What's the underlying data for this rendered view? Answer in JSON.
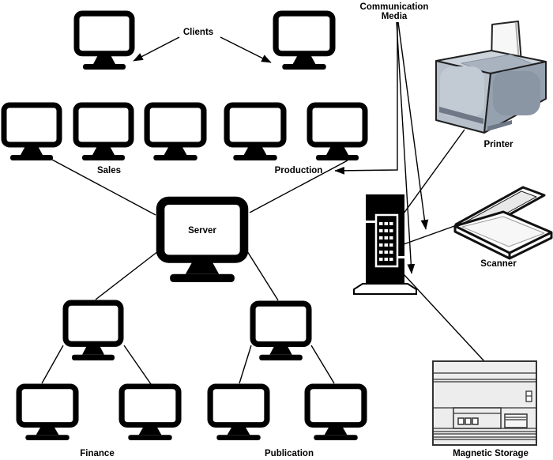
{
  "diagram": {
    "type": "network-topology",
    "labels": {
      "clients": "Clients",
      "sales": "Sales",
      "production": "Production",
      "server": "Server",
      "communication_media": [
        "Communication",
        "Media"
      ],
      "printer": "Printer",
      "scanner": "Scanner",
      "finance": "Finance",
      "publication": "Publication",
      "magnetic_storage": "Magnetic Storage"
    },
    "counts": {
      "client_monitors": 2,
      "workstation_row_monitors": 5,
      "finance_monitors": 3,
      "publication_monitors": 3,
      "servers": 1
    },
    "connections": [
      {
        "from": "Sales workstation",
        "to": "Server"
      },
      {
        "from": "Production workstation",
        "to": "Server"
      },
      {
        "from": "Server",
        "to": "Finance hub"
      },
      {
        "from": "Server",
        "to": "Publication hub"
      },
      {
        "from": "Finance hub",
        "to": "Finance workstation 1"
      },
      {
        "from": "Finance hub",
        "to": "Finance workstation 2"
      },
      {
        "from": "Publication hub",
        "to": "Publication workstation 1"
      },
      {
        "from": "Publication hub",
        "to": "Publication workstation 2"
      },
      {
        "from": "Printer",
        "to": "Communication tower"
      },
      {
        "from": "Scanner",
        "to": "Communication tower"
      },
      {
        "from": "Communication tower",
        "to": "Magnetic Storage"
      }
    ],
    "colors": {
      "line": "#000000",
      "monitor": "#000000",
      "screen": "#ffffff",
      "outline": "#1f1f1f",
      "printer_top": "#ccd3db",
      "printer_front": "#b6bfca",
      "printer_side": "#96a1b0",
      "printer_tray": "#a9b3c0",
      "printer_slot": "#6e7887",
      "paper": "#f7f7f7",
      "scanner_lid_inner": "#e8e8e8",
      "storage_body": "#ededed"
    }
  }
}
